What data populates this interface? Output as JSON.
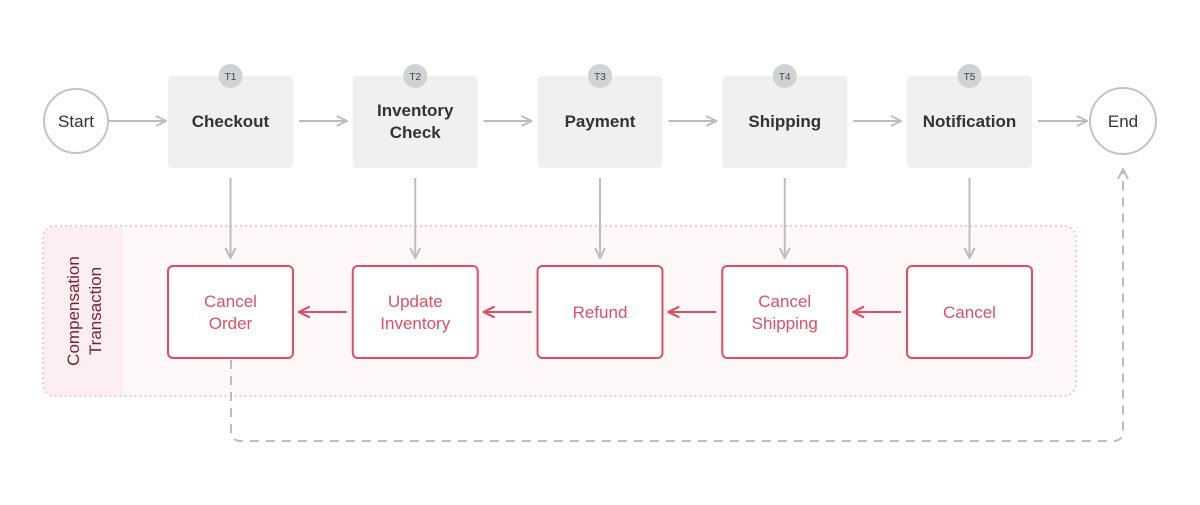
{
  "start": {
    "label": "Start"
  },
  "end": {
    "label": "End"
  },
  "steps": [
    {
      "badge": "T1",
      "lines": [
        "Checkout"
      ]
    },
    {
      "badge": "T2",
      "lines": [
        "Inventory",
        "Check"
      ]
    },
    {
      "badge": "T3",
      "lines": [
        "Payment"
      ]
    },
    {
      "badge": "T4",
      "lines": [
        "Shipping"
      ]
    },
    {
      "badge": "T5",
      "lines": [
        "Notification"
      ]
    }
  ],
  "compensation": {
    "title_lines": [
      "Compensation",
      "Transaction"
    ],
    "steps": [
      {
        "lines": [
          "Cancel",
          "Order"
        ]
      },
      {
        "lines": [
          "Update",
          "Inventory"
        ]
      },
      {
        "lines": [
          "Refund"
        ]
      },
      {
        "lines": [
          "Cancel",
          "Shipping"
        ]
      },
      {
        "lines": [
          "Cancel"
        ]
      }
    ]
  },
  "colors": {
    "step_fill": "#f0f0f0",
    "badge_fill": "#cfd3d6",
    "connector": "#bdbdbd",
    "compensation_red": "#e04f65",
    "compensation_bg": "#fdf0f2",
    "side_label": "#7a2337"
  }
}
